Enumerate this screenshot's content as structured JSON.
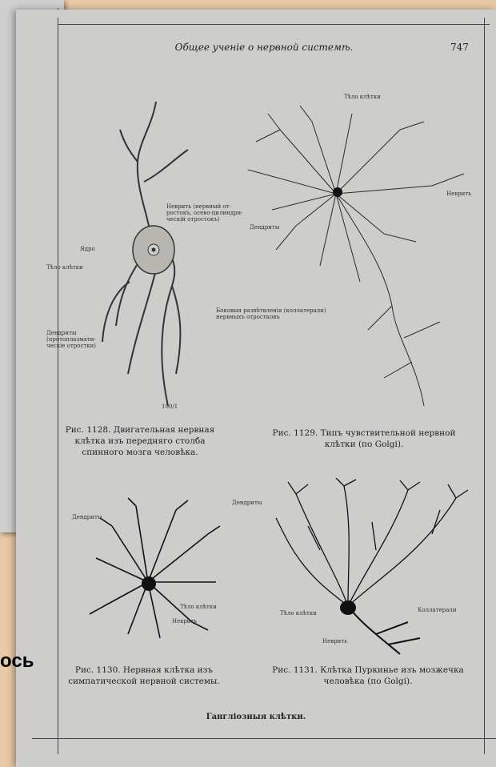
{
  "header": {
    "title": "Общее ученіе о нервной системѣ.",
    "page_number": "747"
  },
  "figures": {
    "f1128": {
      "caption": "Рис. 1128. Двигательная нервная\nклѣтка изъ передняго столба\nспинного мозга человѣка.",
      "labels": {
        "neurite": "Неврить (нервный от-\nростокъ, осево-цилиндри-\nческій отростокъ)",
        "nucleus": "Ядро",
        "cell_body": "Тѣло клѣтки",
        "dendrites": "Дендриты\n(протоплазмати-\nческіе отростки)",
        "magnification": "100/1"
      }
    },
    "f1129": {
      "caption": "Рис. 1129. Типъ чувствительной нервной\nклѣтки (по Golgi).",
      "labels": {
        "cell_body": "Тѣло клѣтки",
        "neurite": "Неврить",
        "dendrites": "Дендриты",
        "collaterals": "Боковыя развѣтвленія (коллатерали)\nнервныхъ отростковъ"
      }
    },
    "f1130": {
      "caption": "Рис. 1130. Нервная клѣтка изъ\nсимпатической нервной системы.",
      "labels": {
        "dendrites": "Дендриты",
        "cell_body": "Тѣло клѣтки",
        "neurite": "Неврить"
      }
    },
    "f1131": {
      "caption": "Рис. 1131. Клѣтка Пуркинье изъ мозжечка\nчеловѣка (по Golgi).",
      "labels": {
        "dendrites": "Дендриты",
        "cell_body": "Тѣло клѣтки",
        "neurite": "Неврить",
        "collaterals": "Коллатерали"
      }
    }
  },
  "footer": {
    "caption": "Гангліозныя клѣтки."
  },
  "overlay": {
    "word": "ось"
  }
}
